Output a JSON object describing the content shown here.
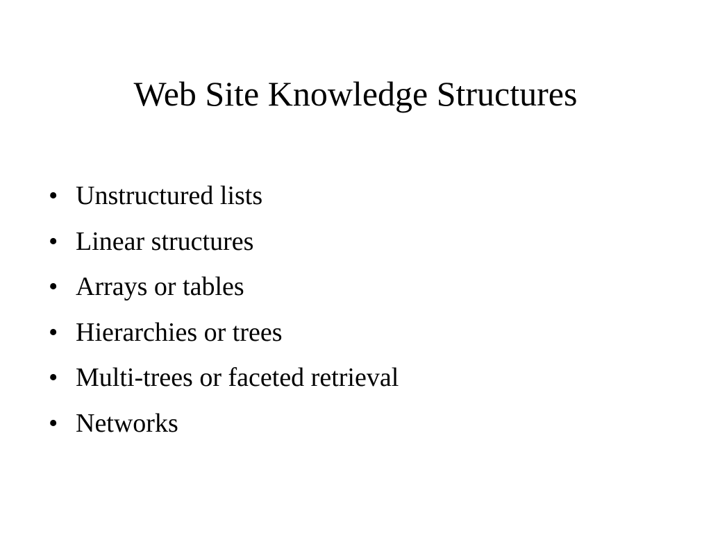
{
  "slide": {
    "title": "Web Site Knowledge Structures",
    "bullet_symbol": "•",
    "bullets": [
      "Unstructured lists",
      "Linear structures",
      "Arrays or tables",
      "Hierarchies or trees",
      "Multi-trees or faceted retrieval",
      "Networks"
    ]
  },
  "colors": {
    "background": "#ffffff",
    "text": "#000000"
  }
}
